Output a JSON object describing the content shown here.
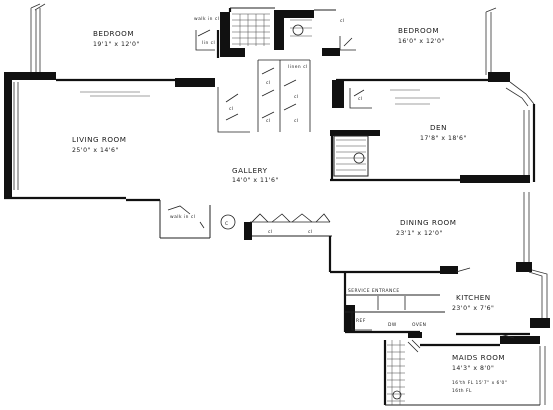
{
  "rooms": {
    "bedroom_left": {
      "name": "BEDROOM",
      "dims": "19'1\" x 12'0\""
    },
    "bedroom_right": {
      "name": "BEDROOM",
      "dims": "16'0\" x 12'0\""
    },
    "living_room": {
      "name": "LIVING ROOM",
      "dims": "25'0\" x 14'6\""
    },
    "gallery": {
      "name": "GALLERY",
      "dims": "14'0\" x 11'6\""
    },
    "den": {
      "name": "DEN",
      "dims": "17'8\" x 18'6\""
    },
    "dining_room": {
      "name": "DINING ROOM",
      "dims": "23'1\" x 12'0\""
    },
    "kitchen": {
      "name": "KITCHEN",
      "dims": "23'0\" x 7'6\""
    },
    "maids_room": {
      "name": "MAIDS ROOM",
      "dims": "14'3\" x 8'0\""
    }
  },
  "fixtures": {
    "walk_in_cl_top": "walk in cl",
    "walk_in_cl_gallery": "walk in cl",
    "lin_cl": "lin cl",
    "linen_cl": "linen cl",
    "cl": "cl",
    "service_entrance": "SERVICE ENTRANCE",
    "ref": "REF",
    "dw": "DW",
    "oven": "OVEN",
    "floor_note": "16'th FL 15'7\" x 6'0\"",
    "floor_note_b": "16th FL",
    "gallery_marker": "C"
  }
}
